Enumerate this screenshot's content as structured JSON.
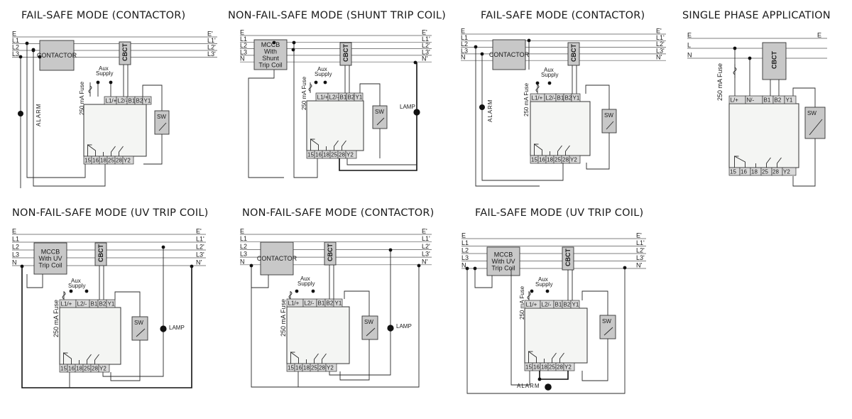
{
  "panels": [
    {
      "id": "p1",
      "title": "FAIL-SAFE MODE (CONTACTOR)",
      "bus_left": [
        "E",
        "L1",
        "L2",
        "L3"
      ],
      "bus_right": [
        "E'",
        "L1'",
        "L2'",
        "L3'"
      ],
      "device": "CONTACTOR",
      "ct": "CBCT",
      "aux": [
        "Aux",
        "Supply"
      ],
      "fuse": "250 mA Fuse",
      "top_terms": [
        "L1/+",
        "L2/-",
        "B1",
        "B2",
        "Y1"
      ],
      "bottom_terms": [
        "15",
        "16",
        "18",
        "25",
        "28",
        "Y2"
      ],
      "sw": "SW",
      "indicator": "ALARM"
    },
    {
      "id": "p2",
      "title": "NON-FAIL-SAFE MODE (SHUNT TRIP COIL)",
      "bus_left": [
        "E",
        "L1",
        "L2",
        "L3",
        "N"
      ],
      "bus_right": [
        "E'",
        "L1'",
        "L2'",
        "L3'",
        "N'"
      ],
      "device_lines": [
        "MCCB",
        "With",
        "Shunt",
        "Trip Coil"
      ],
      "ct": "CBCT",
      "aux": [
        "Aux",
        "Supply"
      ],
      "fuse": "250 mA Fuse",
      "top_terms": [
        "L1/+",
        "L2/-",
        "B1",
        "B2",
        "Y1"
      ],
      "bottom_terms": [
        "15",
        "16",
        "18",
        "25",
        "28",
        "Y2"
      ],
      "sw": "SW",
      "indicator": "LAMP"
    },
    {
      "id": "p3",
      "title": "FAIL-SAFE MODE (CONTACTOR)",
      "bus_left": [
        "E",
        "L1",
        "L2",
        "L3",
        "N"
      ],
      "bus_right": [
        "E'",
        "L1'",
        "L2'",
        "L3'",
        "N'"
      ],
      "device": "CONTACTOR",
      "ct": "CBCT",
      "aux": [
        "Aux",
        "Supply"
      ],
      "fuse": "250 mA Fuse",
      "top_terms": [
        "L1/+",
        "L2/-",
        "B1",
        "B2",
        "Y1"
      ],
      "bottom_terms": [
        "15",
        "16",
        "18",
        "25",
        "28",
        "Y2"
      ],
      "sw": "SW",
      "indicator": "ALARM"
    },
    {
      "id": "p4",
      "title": "SINGLE PHASE  APPLICATION",
      "bus_left": [
        "E",
        "L",
        "N"
      ],
      "bus_right": [
        "E"
      ],
      "ct": "CBCT",
      "fuse": "250 mA Fuse",
      "top_terms": [
        "L/+",
        "N/-",
        "B1",
        "B2",
        "Y1"
      ],
      "bottom_terms": [
        "15",
        "16",
        "18",
        "25",
        "28",
        "Y2"
      ],
      "sw": "SW"
    },
    {
      "id": "p5",
      "title": "NON-FAIL-SAFE MODE (UV TRIP COIL)",
      "bus_left": [
        "E",
        "L1",
        "L2",
        "L3",
        "N"
      ],
      "bus_right": [
        "E'",
        "L1'",
        "L2'",
        "L3'",
        "N'"
      ],
      "device_lines": [
        "MCCB",
        "With UV",
        "Trip Coil"
      ],
      "ct": "CBCT",
      "aux": [
        "Aux",
        "Supply"
      ],
      "fuse": "250 mA Fuse",
      "top_terms": [
        "L1/+",
        "L2/-",
        "B1",
        "B2",
        "Y1"
      ],
      "bottom_terms": [
        "15",
        "16",
        "18",
        "25",
        "28",
        "Y2"
      ],
      "sw": "SW",
      "indicator": "LAMP"
    },
    {
      "id": "p6",
      "title": "NON-FAIL-SAFE MODE (CONTACTOR)",
      "bus_left": [
        "E",
        "L1",
        "L2",
        "L3",
        "N"
      ],
      "bus_right": [
        "E'",
        "L1'",
        "L2'",
        "L3'",
        "N'"
      ],
      "device": "CONTACTOR",
      "ct": "CBCT",
      "aux": [
        "Aux",
        "Supply"
      ],
      "fuse": "250 mA Fuse",
      "top_terms": [
        "L1/+",
        "L2/-",
        "B1",
        "B2",
        "Y1"
      ],
      "bottom_terms": [
        "15",
        "16",
        "18",
        "25",
        "28",
        "Y2"
      ],
      "sw": "SW",
      "indicator": "LAMP"
    },
    {
      "id": "p7",
      "title": "FAIL-SAFE MODE (UV TRIP COIL)",
      "bus_left": [
        "E",
        "L1",
        "L2",
        "L3",
        "N"
      ],
      "bus_right": [
        "E'",
        "L1'",
        "L2'",
        "L3'",
        "N'"
      ],
      "device_lines": [
        "MCCB",
        "With UV",
        "Trip Coil"
      ],
      "ct": "CBCT",
      "aux": [
        "Aux",
        "Supply"
      ],
      "fuse": "250 mA Fuse",
      "top_terms": [
        "L1/+",
        "L2/-",
        "B1",
        "B2",
        "Y1"
      ],
      "bottom_terms": [
        "15",
        "16",
        "18",
        "25",
        "28",
        "Y2"
      ],
      "sw": "SW",
      "indicator": "ALARM"
    }
  ]
}
